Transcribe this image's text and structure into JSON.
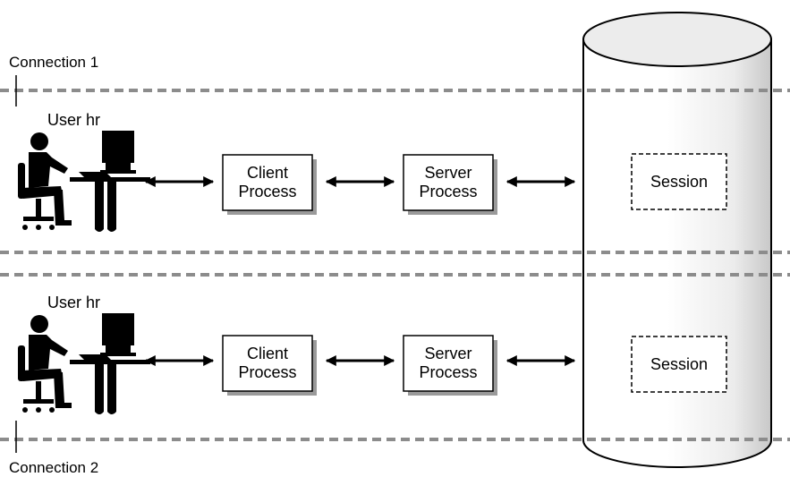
{
  "connections": [
    {
      "label": "Connection 1",
      "user_label": "User hr",
      "client_label": [
        "Client",
        "Process"
      ],
      "server_label": [
        "Server",
        "Process"
      ],
      "session_label": "Session"
    },
    {
      "label": "Connection 2",
      "user_label": "User hr",
      "client_label": [
        "Client",
        "Process"
      ],
      "server_label": [
        "Server",
        "Process"
      ],
      "session_label": "Session"
    }
  ],
  "colors": {
    "dashed_line": "#8c8c8c",
    "box_shadow": "#9a9a9a",
    "cylinder_top": "#ececec",
    "cylinder_shade": "#c8c8c8",
    "ink": "#000000"
  }
}
